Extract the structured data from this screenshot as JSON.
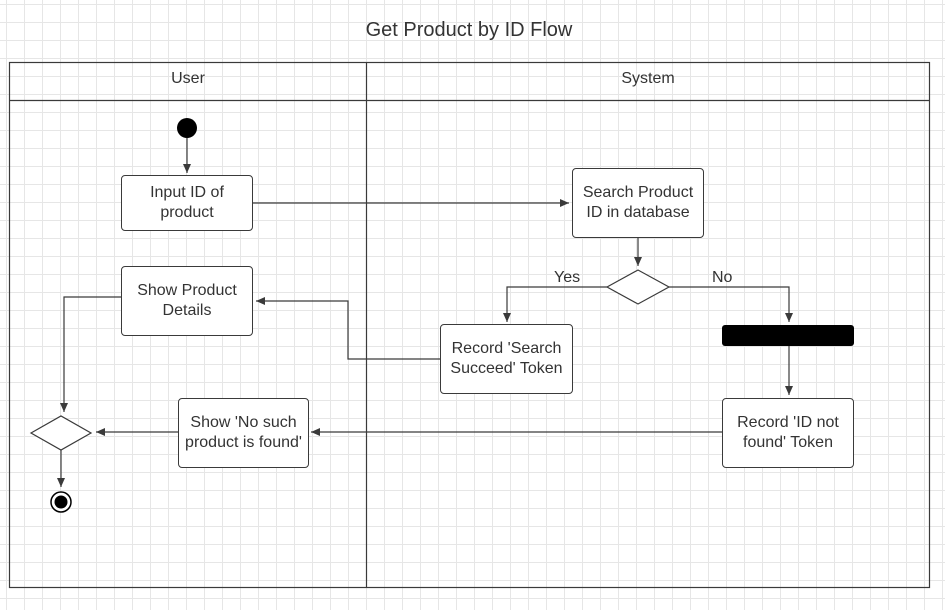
{
  "title": "Get Product by ID Flow",
  "lanes": {
    "user": "User",
    "system": "System"
  },
  "nodes": {
    "input_id": "Input ID of product",
    "search_product": "Search Product ID in database",
    "show_details": "Show Product Details",
    "record_success": "Record 'Search Succeed' Token",
    "show_not_found": "Show 'No such product is found'",
    "record_not_found": "Record 'ID not found' Token"
  },
  "guards": {
    "yes": "Yes",
    "no": "No"
  },
  "colors": {
    "line": "#3a3a3a",
    "grid": "#e6e6e6",
    "fill": "#000000"
  }
}
